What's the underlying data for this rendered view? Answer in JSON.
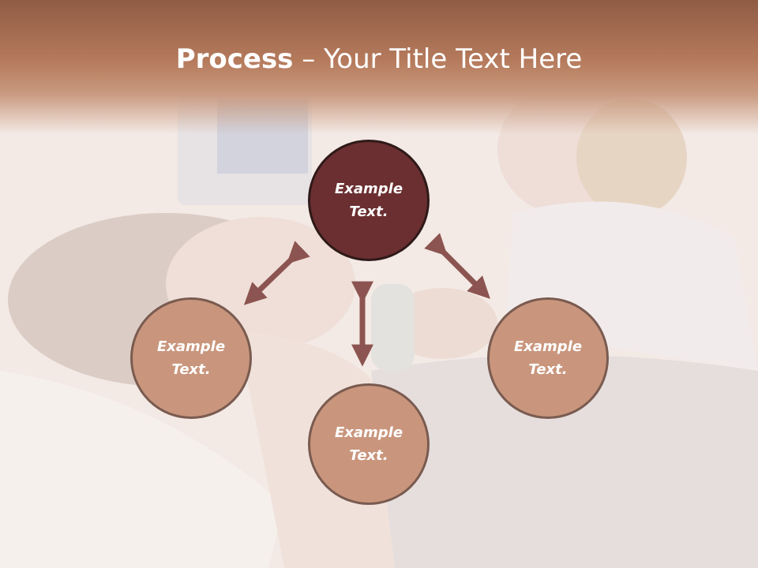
{
  "slide": {
    "title_bold": "Process",
    "title_rest": " – Your Title Text Here"
  },
  "nodes": {
    "top": "Example Text.",
    "left": "Example Text.",
    "right": "Example Text.",
    "bottom": "Example Text."
  },
  "colors": {
    "header": "#b57a5c",
    "node_active": "#6b2f31",
    "node": "#c9967d",
    "arrow": "#8c5450"
  }
}
